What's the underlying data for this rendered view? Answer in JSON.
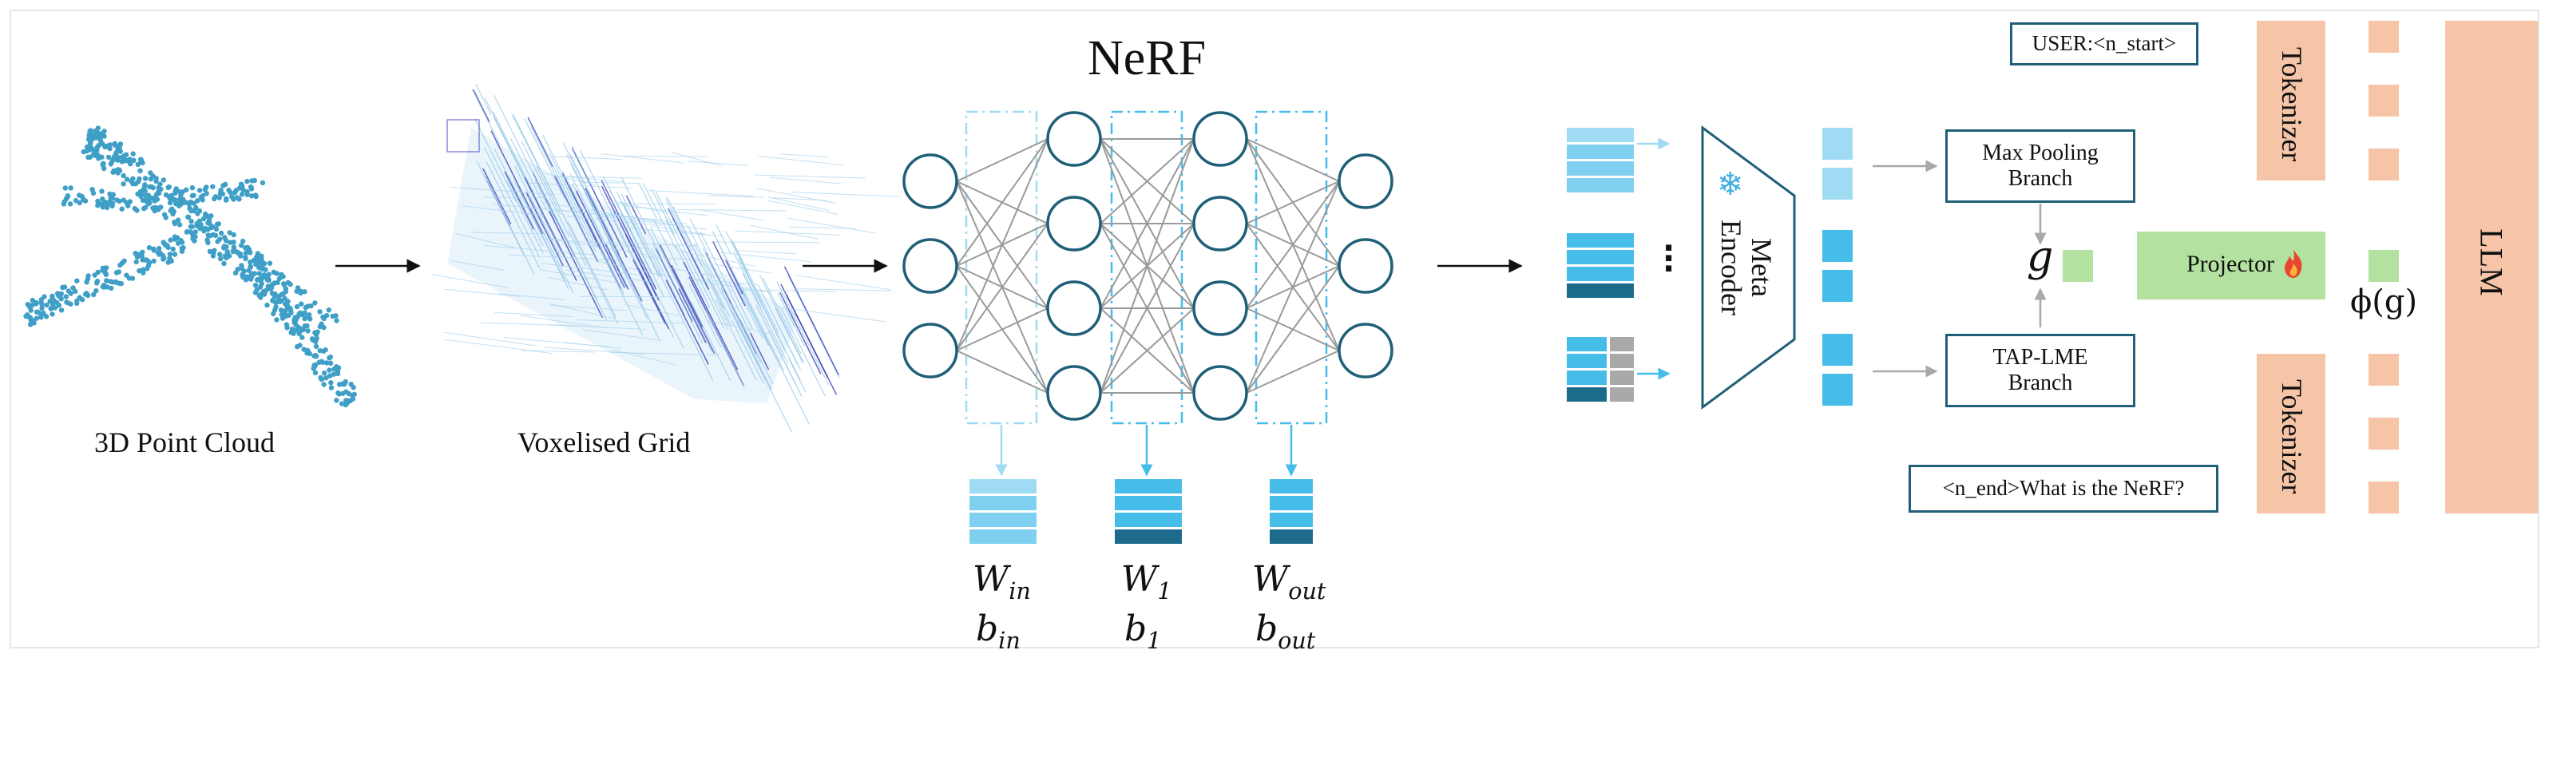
{
  "input": {
    "point_cloud_label": "3D Point Cloud",
    "voxel_label": "Voxelised Grid"
  },
  "nerf": {
    "title": "NeRF",
    "layer_sizes": [
      3,
      4,
      4,
      3
    ],
    "weights": [
      {
        "w": "W",
        "w_sub": "in",
        "b": "b",
        "b_sub": "in"
      },
      {
        "w": "W",
        "w_sub": "1",
        "b": "b",
        "b_sub": "1"
      },
      {
        "w": "W",
        "w_sub": "out",
        "b": "b",
        "b_sub": "out"
      }
    ]
  },
  "encoder": {
    "label_line1": "Meta",
    "label_line2": "Encoder",
    "frozen_icon": "snowflake-icon"
  },
  "branches": {
    "max_pool": "Max Pooling Branch",
    "tap_lme": "TAP-LME Branch",
    "g_symbol": "g"
  },
  "projector": {
    "label": "Projector",
    "trainable_icon": "fire-icon",
    "output_symbol": "ϕ(g)"
  },
  "prompts": {
    "user_start": "USER:<n_start>",
    "n_end": "<n_end>What is the NeRF?"
  },
  "tokenizer": {
    "label_top": "Tokenizer",
    "label_bottom": "Tokenizer"
  },
  "llm": {
    "label": "LLM"
  },
  "colors": {
    "node_stroke": "#1f5f78",
    "accent_light": "#9fdcf4",
    "accent_mid": "#45bde8",
    "accent_dark": "#1d6b8c",
    "token": "#f6c5a8",
    "projector": "#b3e2a0",
    "arrow_gray": "#a9a9a9"
  }
}
